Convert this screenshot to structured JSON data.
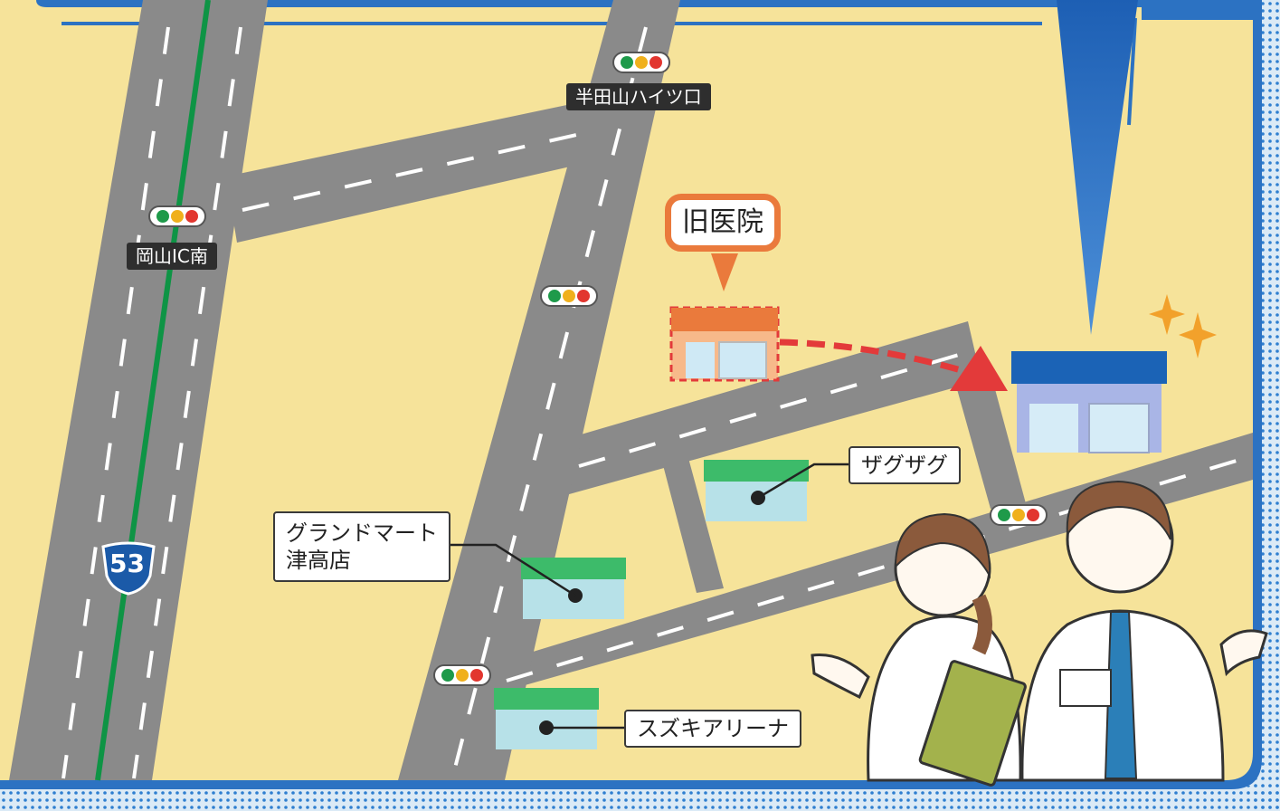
{
  "map": {
    "route_number": "53",
    "intersections": [
      "半田山ハイツ口",
      "岡山IC南"
    ],
    "old_clinic_label": "旧医院",
    "stores": [
      "ザグザグ",
      "グランドマート\n津高店",
      "スズキアリーナ"
    ]
  },
  "colors": {
    "ground": "#f6e39a",
    "road": "#8a8a8a",
    "highway_line": "#0e9445",
    "frame": "#2c72c2",
    "old_clinic": "#ea7a3c",
    "arrow": "#e33a3a",
    "new_clinic_roof": "#1b63b6",
    "store_roof": "#3dbb6a",
    "sparkle": "#f2a12b"
  },
  "icons": [
    "traffic-light-icon",
    "route-shield-icon",
    "store-icon",
    "clinic-icon",
    "sparkle-icon",
    "arrow-icon"
  ]
}
